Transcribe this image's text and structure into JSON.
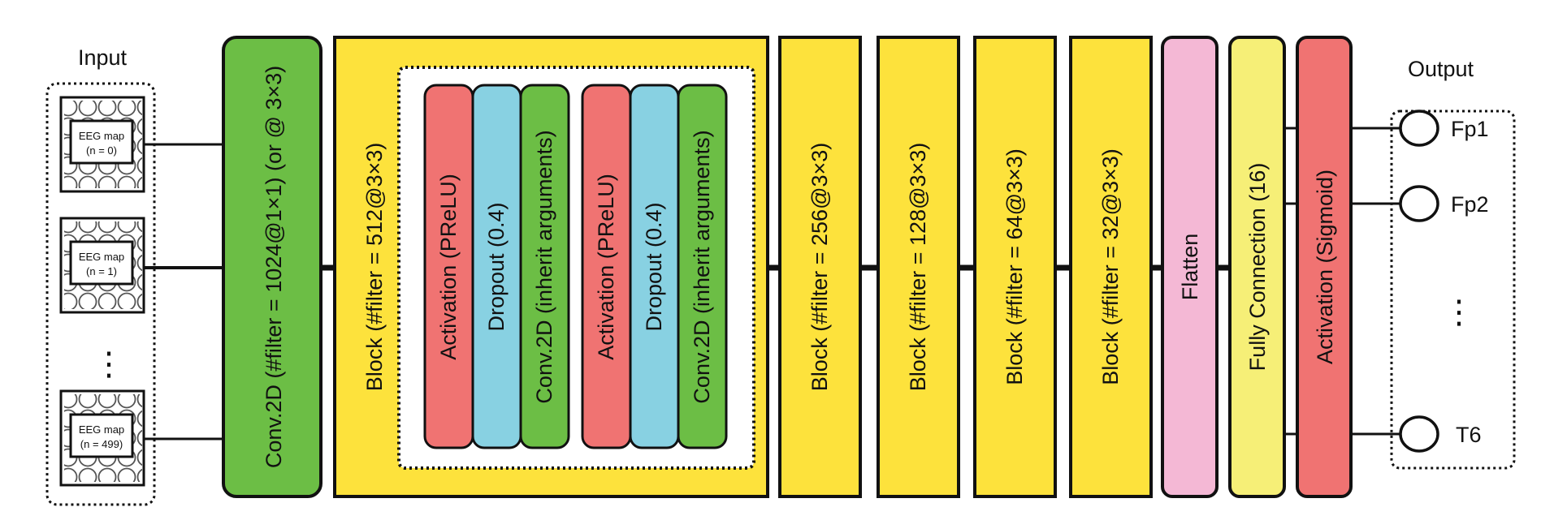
{
  "title": "EEG map CNN architecture",
  "colors": {
    "conv_green": "#6cbe45",
    "block_yellow": "#fde23c",
    "activation_red": "#f07372",
    "dropout_blue": "#88d1e2",
    "flatten_pink": "#f4b8d5",
    "fc_yellow": "#f6ef77",
    "line": "#111111"
  },
  "input": {
    "heading": "Input",
    "maps": [
      {
        "label": "EEG map",
        "index": "(n = 0)"
      },
      {
        "label": "EEG map",
        "index": "(n = 1)"
      },
      {
        "label": "EEG map",
        "index": "(n = 499)"
      }
    ],
    "ellipsis": "⋮"
  },
  "layers": {
    "first_conv": "Conv.2D (#filter = 1024@1×1) (or @ 3×3)",
    "block_main": "Block (#filter = 512@3×3)",
    "block_inner": [
      {
        "type": "activation",
        "label": "Activation (PReLU)"
      },
      {
        "type": "dropout",
        "label": "Dropout (0.4)"
      },
      {
        "type": "conv",
        "label": "Conv.2D (inherit arguments)"
      },
      {
        "type": "activation",
        "label": "Activation (PReLU)"
      },
      {
        "type": "dropout",
        "label": "Dropout (0.4)"
      },
      {
        "type": "conv",
        "label": "Conv.2D (inherit arguments)"
      }
    ],
    "blocks": [
      "Block (#filter = 256@3×3)",
      "Block (#filter = 128@3×3)",
      "Block (#filter = 64@3×3)",
      "Block (#filter = 32@3×3)"
    ],
    "flatten": "Flatten",
    "fully_connection": "Fully Connection (16)",
    "final_activation": "Activation (Sigmoid)"
  },
  "output": {
    "heading": "Output",
    "nodes": [
      "Fp1",
      "Fp2",
      "T6"
    ],
    "ellipsis": "⋮"
  }
}
